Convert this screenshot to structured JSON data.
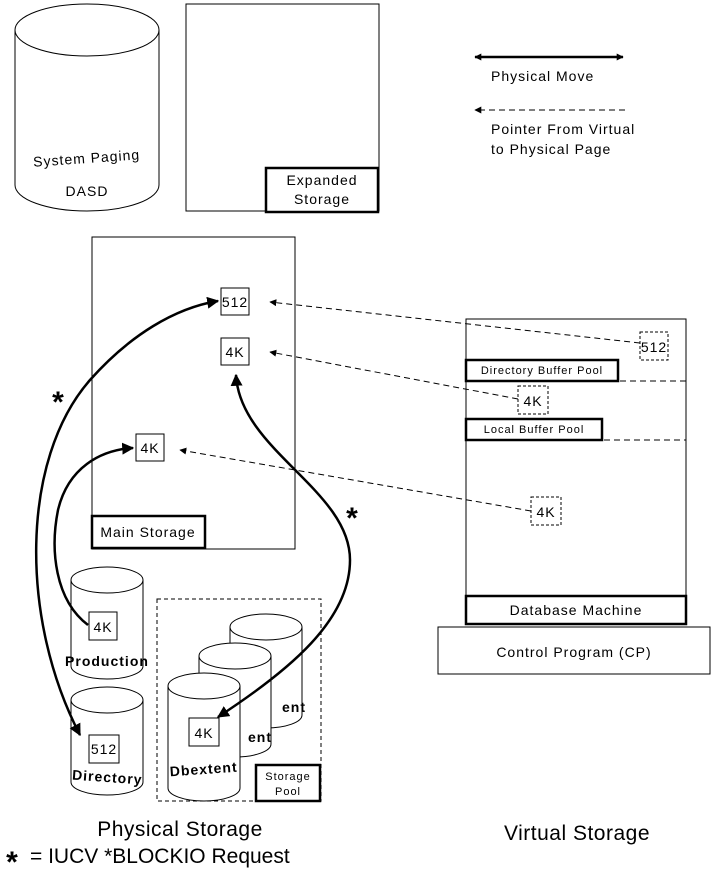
{
  "legend": {
    "physical_move": "Physical   Move",
    "pointer_line1": "Pointer   From   Virtual",
    "pointer_line2": "to   Physical   Page"
  },
  "system_paging": {
    "line1": "System   Paging",
    "line2": "DASD"
  },
  "expanded_storage": {
    "line1": "Expanded",
    "line2": "Storage"
  },
  "main_storage": {
    "label": "Main   Storage",
    "page_512": "512",
    "page_4k_a": "4K",
    "page_4k_b": "4K"
  },
  "virtual": {
    "page_512": "512",
    "directory_buffer_pool": "Directory   Buffer   Pool",
    "page_4k_dir": "4K",
    "local_buffer_pool": "Local   Buffer   Pool",
    "page_4k_local": "4K",
    "database_machine": "Database   Machine",
    "control_program": "Control   Program   (CP)"
  },
  "disks": {
    "production_page": "4K",
    "production": "Production",
    "directory_page": "512",
    "directory": "Directory",
    "dbextent_page": "4K",
    "dbextent": "Dbextent",
    "back_label_1": "ent",
    "back_label_2": "ent"
  },
  "storage_pool": {
    "line1": "Storage",
    "line2": "Pool"
  },
  "footer": {
    "physical_storage": "Physical    Storage",
    "virtual_storage": "Virtual    Storage",
    "legend_star": "*",
    "iucv_legend": "= IUCV *BLOCKIO Request"
  },
  "annotations": {
    "star_left": "*",
    "star_right": "*"
  }
}
